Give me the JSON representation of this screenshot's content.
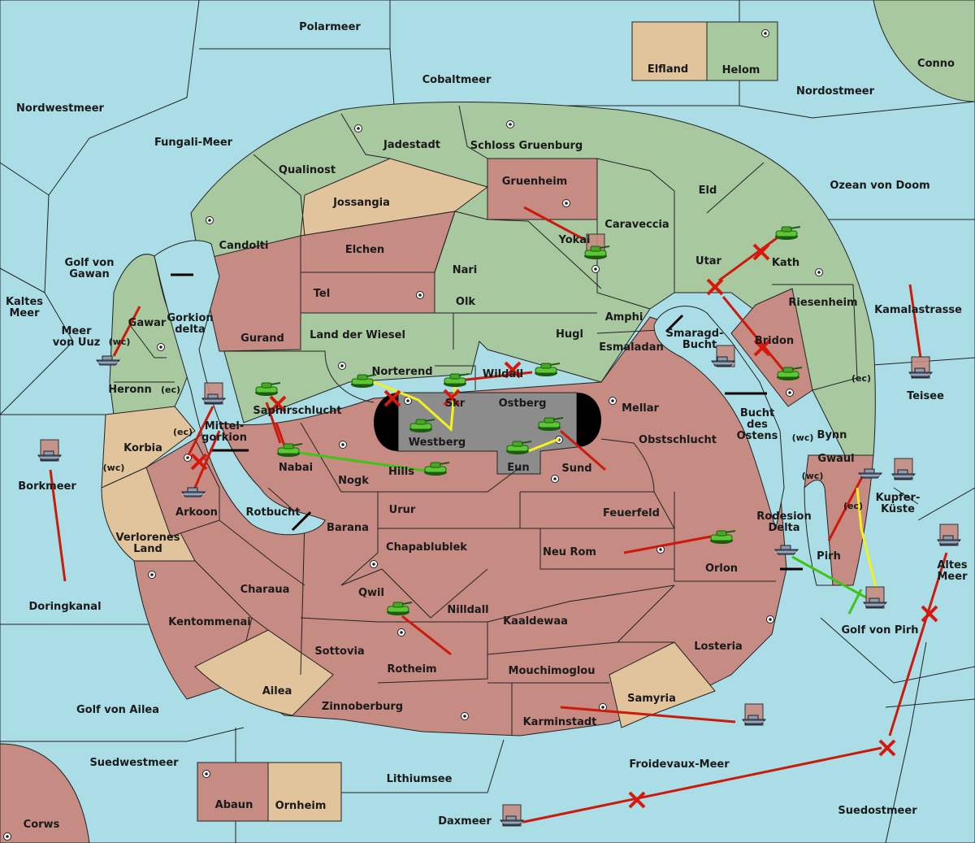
{
  "map": {
    "sea_labels": {
      "polarmeer": "Polarmeer",
      "cobaltmeer": "Cobaltmeer",
      "nordwestmeer": "Nordwestmeer",
      "fungali_meer": "Fungali-Meer",
      "nordostmeer": "Nordostmeer",
      "ozean_von_doom": "Ozean von Doom",
      "golf_von_gawan_1": "Golf von",
      "golf_von_gawan_2": "Gawan",
      "kaltes_meer_1": "Kaltes",
      "kaltes_meer_2": "Meer",
      "meer_von_uuz_1": "Meer",
      "meer_von_uuz_2": "von Uuz",
      "gorkion_delta_1": "Gorkion",
      "gorkion_delta_2": "delta",
      "mittelgorkion_1": "Mittel-",
      "mittelgorkion_2": "gorkion",
      "rotbucht": "Rotbucht",
      "borkmeer": "Borkmeer",
      "doringkanal": "Doringkanal",
      "golf_von_ailea": "Golf von Ailea",
      "suedwestmeer": "Suedwestmeer",
      "lithiumsee": "Lithiumsee",
      "daxmeer": "Daxmeer",
      "froidevaux_meer": "Froidevaux-Meer",
      "suedostmeer": "Suedostmeer",
      "golf_von_pirh": "Golf von Pirh",
      "altes_meer_1": "Altes",
      "altes_meer_2": "Meer",
      "kupfer_kueste_1": "Kupfer-",
      "kupfer_kueste_2": "Küste",
      "teisee": "Teisee",
      "kamalastrasse": "Kamalastrasse",
      "smaragd_bucht_1": "Smaragd-",
      "smaragd_bucht_2": "Bucht",
      "bucht_des_ostens_1": "Bucht",
      "bucht_des_ostens_2": "des",
      "bucht_des_ostens_3": "Ostens",
      "rodesion_delta_1": "Rodesion",
      "rodesion_delta_2": "Delta"
    },
    "land_labels": {
      "elfland": "Elfland",
      "helom": "Helom",
      "conno": "Conno",
      "jadestadt": "Jadestadt",
      "schloss_gruenburg": "Schloss Gruenburg",
      "qualinost": "Qualinost",
      "jossangia": "Jossangia",
      "gruenheim": "Gruenheim",
      "eld": "Eld",
      "candolti": "Candolti",
      "elchen": "Elchen",
      "caraveccia": "Caraveccia",
      "yokai": "Yokai",
      "utar": "Utar",
      "kath": "Kath",
      "nari": "Nari",
      "tel": "Tel",
      "olk": "Olk",
      "gurand": "Gurand",
      "land_der_wiesel": "Land der Wiesel",
      "hugl": "Hugl",
      "amphi": "Amphi",
      "esmaladan": "Esmaladan",
      "riesenheim": "Riesenheim",
      "bridon": "Bridon",
      "gawar": "Gawar",
      "heronn": "Heronn",
      "norterend": "Norterend",
      "wildall": "Wildall",
      "skr": "Skr",
      "ostberg": "Ostberg",
      "mellar": "Mellar",
      "saphirschlucht": "Saphirschlucht",
      "westberg": "Westberg",
      "obstschlucht": "Obstschlucht",
      "bynn": "Bynn",
      "korbia": "Korbia",
      "nabai": "Nabai",
      "hills": "Hills",
      "eun": "Eun",
      "sund": "Sund",
      "gwaul": "Gwaul",
      "nogk": "Nogk",
      "arkoon": "Arkoon",
      "urur": "Urur",
      "feuerfeld": "Feuerfeld",
      "barana": "Barana",
      "verlorenes_land_1": "Verlorenes",
      "verlorenes_land_2": "Land",
      "chapablublek": "Chapablublek",
      "neu_rom": "Neu Rom",
      "orlon": "Orlon",
      "pirh": "Pirh",
      "charaua": "Charaua",
      "qwil": "Qwil",
      "nilldall": "Nilldall",
      "kentommenai": "Kentommenai",
      "kaaldewaa": "Kaaldewaa",
      "losteria": "Losteria",
      "sottovia": "Sottovia",
      "rotheim": "Rotheim",
      "mouchimoglou": "Mouchimoglou",
      "ailea": "Ailea",
      "samyria": "Samyria",
      "zinnoberburg": "Zinnoberburg",
      "karminstadt": "Karminstadt",
      "abaun": "Abaun",
      "ornheim": "Ornheim",
      "corws": "Corws"
    },
    "coast_labels": {
      "gawar_wc": "(wc)",
      "heronn_ec": "(ec)",
      "mittelgorkion_ec": "(ec)",
      "korbia_wc": "(wc)",
      "bynn_ec": "(ec)",
      "bynn_wc": "(wc)",
      "gwaul_wc": "(wc)",
      "gwaul_ec": "(ec)"
    }
  },
  "colors": {
    "sea": "#aadde6",
    "green_power": "#a8c8a0",
    "red_power": "#c68b82",
    "neutral": "#e2c49c",
    "order_move": "#cc1a0c",
    "order_support": "#f2f21c",
    "order_convoy": "#3ec414"
  },
  "icons": [
    "army-tank-icon",
    "fleet-ship-icon",
    "supply-center-icon",
    "failed-order-x-icon",
    "link-arrow-icon"
  ]
}
